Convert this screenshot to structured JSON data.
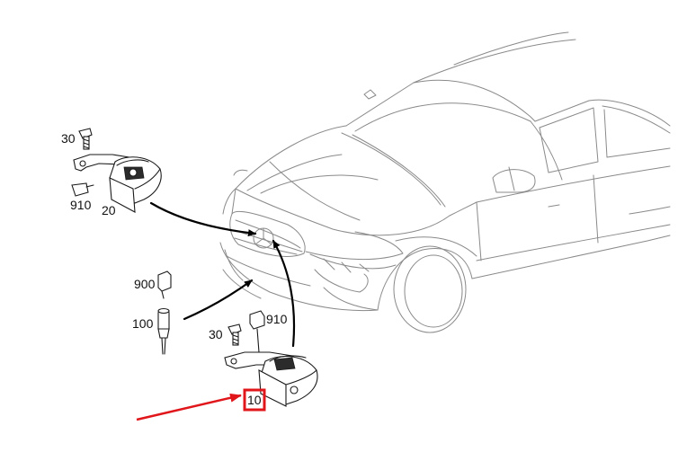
{
  "callouts": {
    "c30_top": "30",
    "c910_top": "910",
    "c20": "20",
    "c900": "900",
    "c100": "100",
    "c30_bottom": "30",
    "c910_bottom": "910",
    "c10": "10"
  },
  "colors": {
    "highlight": "#e0161b",
    "arrow": "#000000",
    "car_outline": "#8a8a8a"
  }
}
